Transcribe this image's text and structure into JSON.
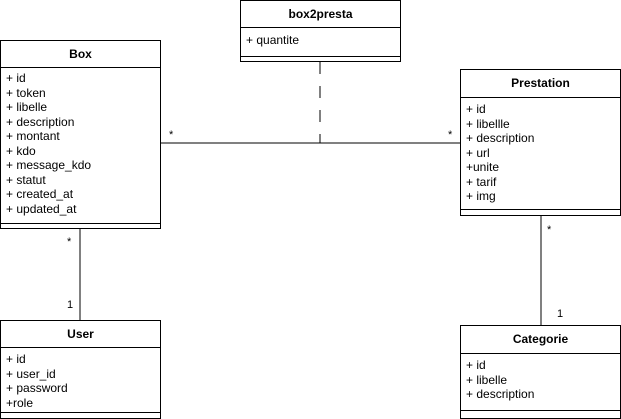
{
  "classes": {
    "box": {
      "name": "Box",
      "attributes": [
        "+ id",
        "+ token",
        "+ libelle",
        "+ description",
        "+ montant",
        "+ kdo",
        "+ message_kdo",
        "+ statut",
        "+ created_at",
        "+ updated_at"
      ]
    },
    "box2presta": {
      "name": "box2presta",
      "attributes": [
        "+ quantite"
      ]
    },
    "prestation": {
      "name": "Prestation",
      "attributes": [
        "+ id",
        "+ libellle",
        "+ description",
        "+ url",
        "+unite",
        "+ tarif",
        "+ img"
      ]
    },
    "user": {
      "name": "User",
      "attributes": [
        "+ id",
        "+ user_id",
        "+ password",
        "+role"
      ]
    },
    "categorie": {
      "name": "Categorie",
      "attributes": [
        "+ id",
        "+ libelle",
        "+ description"
      ]
    }
  },
  "multiplicities": {
    "box_prestation_box_end": "*",
    "box_prestation_prestation_end": "*",
    "box_user_box_end": "*",
    "box_user_user_end": "1",
    "prestation_categorie_prestation_end": "*",
    "prestation_categorie_categorie_end": "1"
  }
}
